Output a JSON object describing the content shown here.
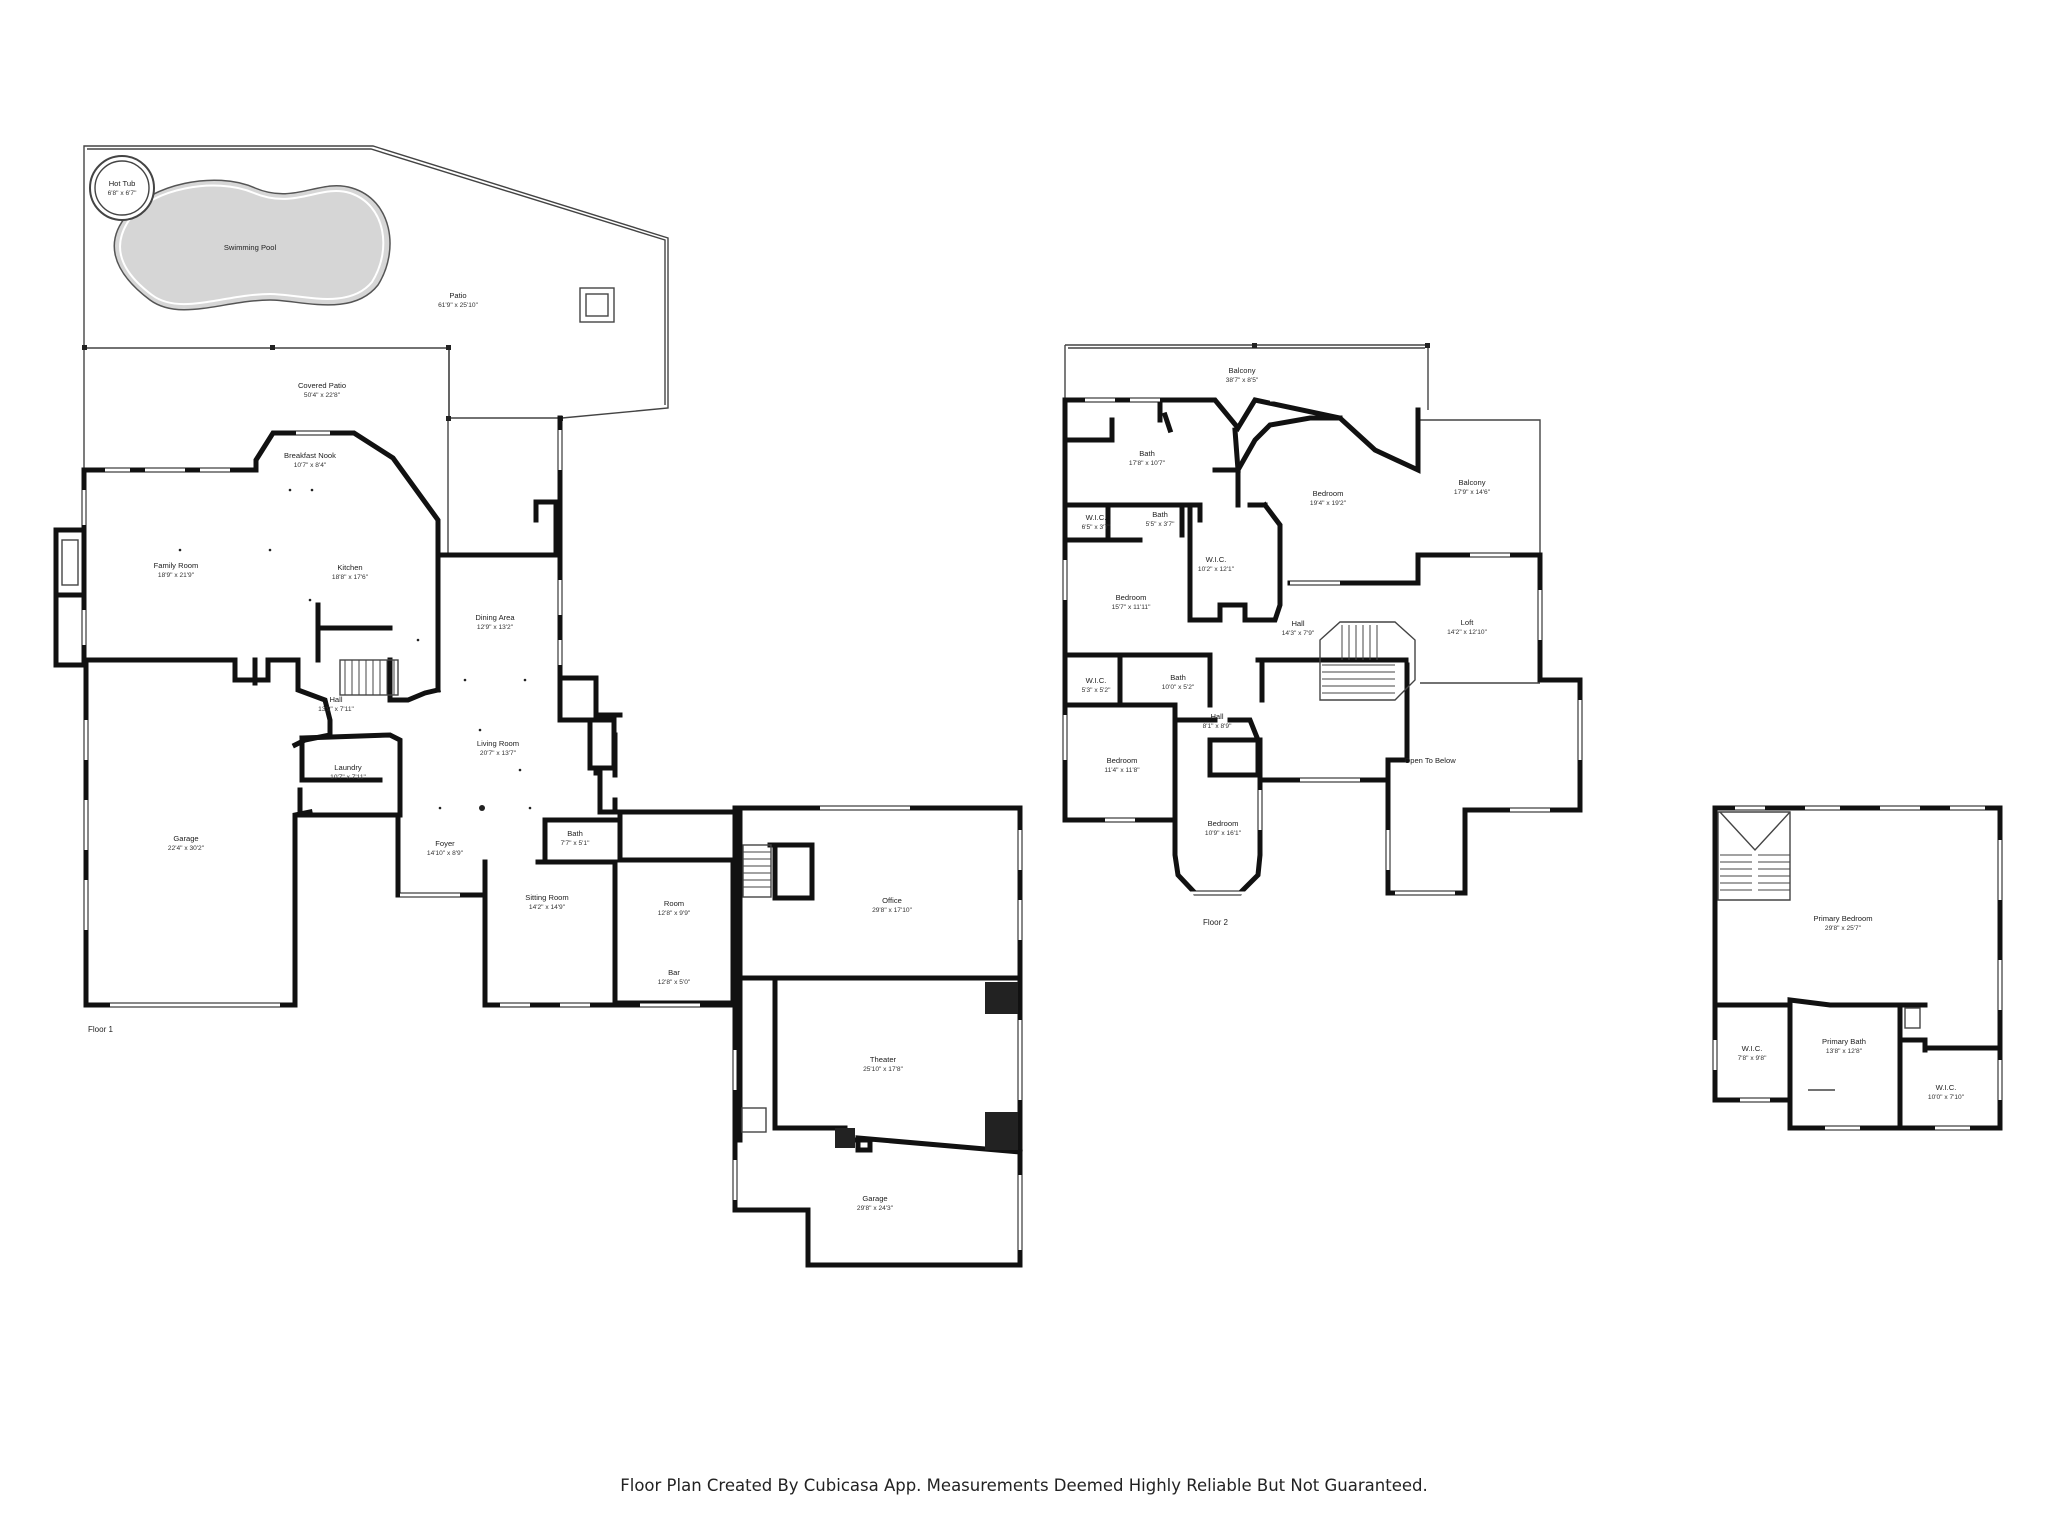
{
  "floors": [
    {
      "label": "Floor 1"
    },
    {
      "label": "Floor 2"
    },
    {
      "label": ""
    }
  ],
  "rooms": [
    {
      "name": "Hot Tub",
      "dims": "6'8\" x 6'7\""
    },
    {
      "name": "Swimming Pool",
      "dims": ""
    },
    {
      "name": "Patio",
      "dims": "61'9\" x 25'10\""
    },
    {
      "name": "Covered Patio",
      "dims": "50'4\" x 22'8\""
    },
    {
      "name": "Breakfast Nook",
      "dims": "10'7\" x 8'4\""
    },
    {
      "name": "Family Room",
      "dims": "18'9\" x 21'9\""
    },
    {
      "name": "Kitchen",
      "dims": "18'8\" x 17'6\""
    },
    {
      "name": "Dining Area",
      "dims": "12'9\" x 13'2\""
    },
    {
      "name": "Hall",
      "dims": "13'9\" x 7'11\""
    },
    {
      "name": "Living Room",
      "dims": "20'7\" x 13'7\""
    },
    {
      "name": "Laundry",
      "dims": "10'7\" x 7'11\""
    },
    {
      "name": "Garage",
      "dims": "22'4\" x 30'2\""
    },
    {
      "name": "Bath",
      "dims": "7'7\" x 5'1\""
    },
    {
      "name": "Foyer",
      "dims": "14'10\" x 8'9\""
    },
    {
      "name": "Sitting Room",
      "dims": "14'2\" x 14'9\""
    },
    {
      "name": "Room",
      "dims": "12'8\" x 9'9\""
    },
    {
      "name": "Bar",
      "dims": "12'8\" x 5'0\""
    },
    {
      "name": "Office",
      "dims": "29'8\" x 17'10\""
    },
    {
      "name": "Theater",
      "dims": "25'10\" x 17'8\""
    },
    {
      "name": "Garage",
      "dims": "29'8\" x 24'3\""
    },
    {
      "name": "Balcony",
      "dims": "38'7\" x 8'5\""
    },
    {
      "name": "Bath",
      "dims": "17'8\" x 10'7\""
    },
    {
      "name": "Bedroom",
      "dims": "19'4\" x 19'2\""
    },
    {
      "name": "Balcony",
      "dims": "17'9\" x 14'6\""
    },
    {
      "name": "W.I.C.",
      "dims": "6'5\" x 3'7\""
    },
    {
      "name": "Bath",
      "dims": "5'5\" x 3'7\""
    },
    {
      "name": "W.I.C.",
      "dims": "10'2\" x 12'1\""
    },
    {
      "name": "Bedroom",
      "dims": "15'7\" x 11'11\""
    },
    {
      "name": "Hall",
      "dims": "14'3\" x 7'9\""
    },
    {
      "name": "Loft",
      "dims": "14'2\" x 12'10\""
    },
    {
      "name": "W.I.C.",
      "dims": "5'3\" x 5'2\""
    },
    {
      "name": "Bath",
      "dims": "10'0\" x 5'2\""
    },
    {
      "name": "Hall",
      "dims": "8'1\" x 8'9\""
    },
    {
      "name": "Open To Below",
      "dims": ""
    },
    {
      "name": "Bedroom",
      "dims": "11'4\" x 11'8\""
    },
    {
      "name": "Bedroom",
      "dims": "10'9\" x 16'1\""
    },
    {
      "name": "Primary Bedroom",
      "dims": "29'8\" x 25'7\""
    },
    {
      "name": "W.I.C.",
      "dims": "7'8\" x 9'8\""
    },
    {
      "name": "Primary Bath",
      "dims": "13'8\" x 12'8\""
    },
    {
      "name": "W.I.C.",
      "dims": "10'0\" x 7'10\""
    }
  ],
  "footer": "Floor Plan Created By Cubicasa App. Measurements Deemed Highly Reliable But Not Guaranteed."
}
